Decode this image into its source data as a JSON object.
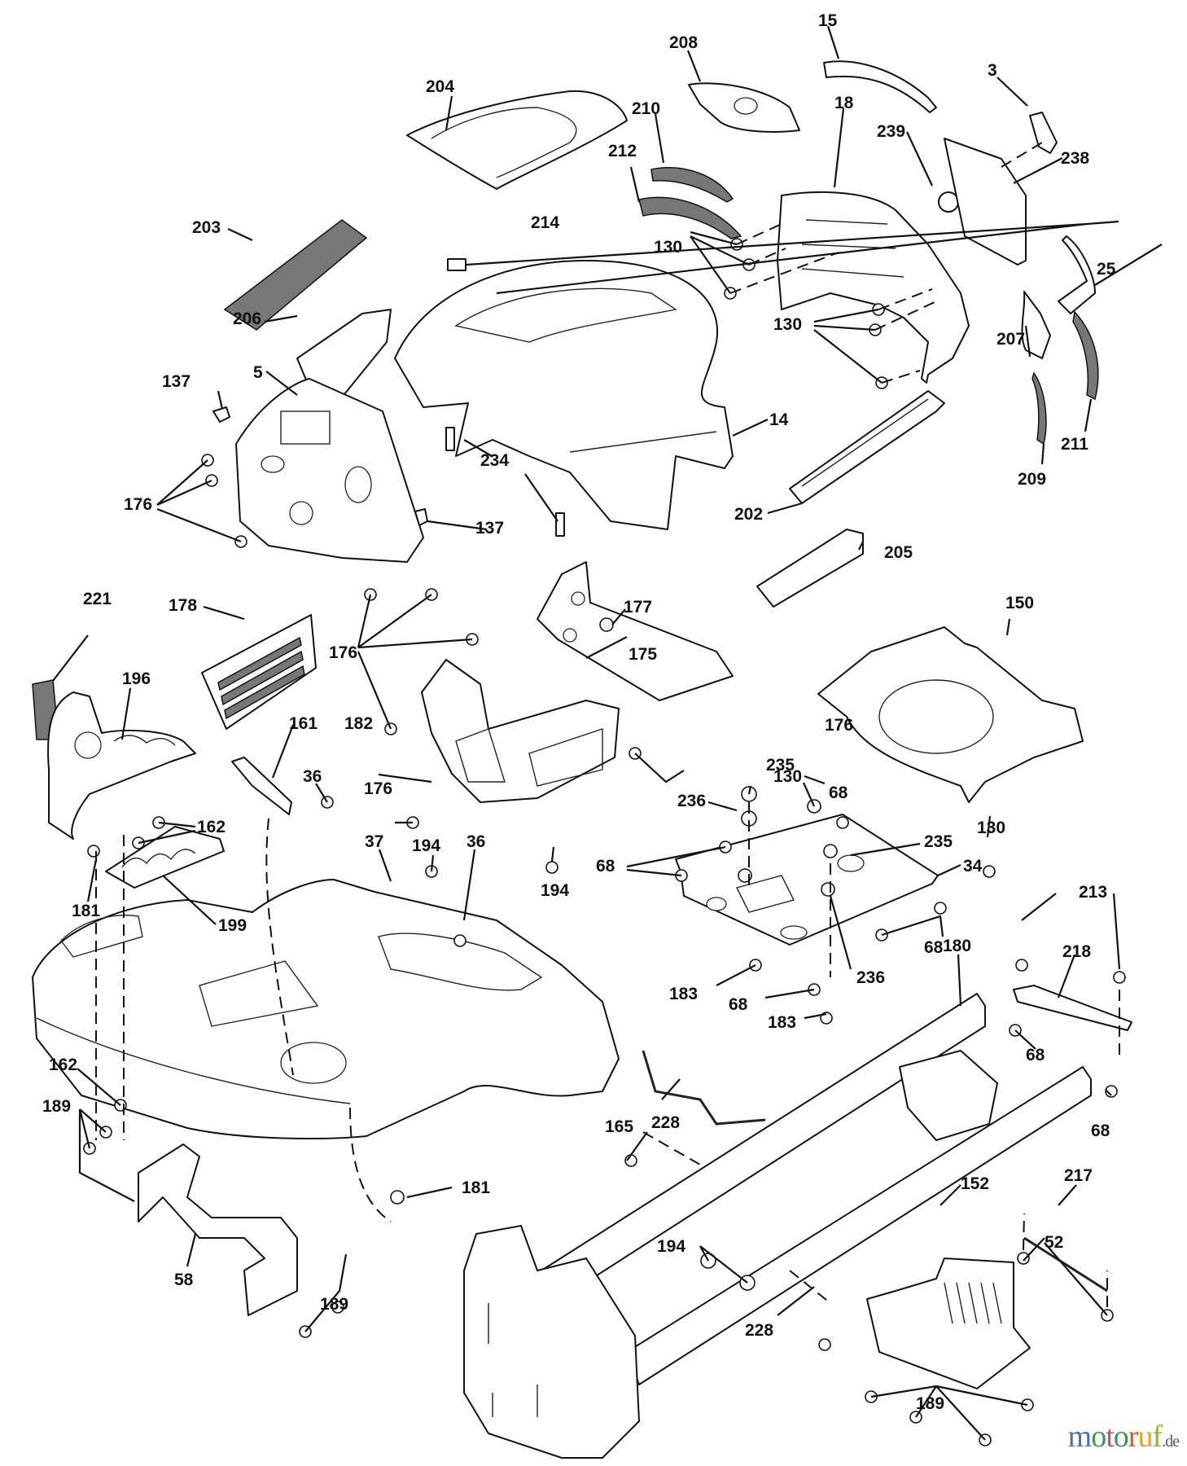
{
  "diagram": {
    "type": "exploded-parts-diagram",
    "subject": "Lawn tractor hood, dashboard, fender and frame assembly",
    "callouts": [
      {
        "id": "c204",
        "label": "204"
      },
      {
        "id": "c208",
        "label": "208"
      },
      {
        "id": "c15",
        "label": "15"
      },
      {
        "id": "c3",
        "label": "3"
      },
      {
        "id": "c210",
        "label": "210"
      },
      {
        "id": "c212",
        "label": "212"
      },
      {
        "id": "c18",
        "label": "18"
      },
      {
        "id": "c239",
        "label": "239"
      },
      {
        "id": "c238",
        "label": "238"
      },
      {
        "id": "c203",
        "label": "203"
      },
      {
        "id": "c214",
        "label": "214"
      },
      {
        "id": "c130a",
        "label": "130"
      },
      {
        "id": "c25",
        "label": "25"
      },
      {
        "id": "c206",
        "label": "206"
      },
      {
        "id": "c130b",
        "label": "130"
      },
      {
        "id": "c207",
        "label": "207"
      },
      {
        "id": "c137a",
        "label": "137"
      },
      {
        "id": "c5",
        "label": "5"
      },
      {
        "id": "c14",
        "label": "14"
      },
      {
        "id": "c211",
        "label": "211"
      },
      {
        "id": "c234",
        "label": "234"
      },
      {
        "id": "c209",
        "label": "209"
      },
      {
        "id": "c176a",
        "label": "176"
      },
      {
        "id": "c202",
        "label": "202"
      },
      {
        "id": "c137b",
        "label": "137"
      },
      {
        "id": "c205",
        "label": "205"
      },
      {
        "id": "c221",
        "label": "221"
      },
      {
        "id": "c178",
        "label": "178"
      },
      {
        "id": "c177",
        "label": "177"
      },
      {
        "id": "c150",
        "label": "150"
      },
      {
        "id": "c176b",
        "label": "176"
      },
      {
        "id": "c175",
        "label": "175"
      },
      {
        "id": "c196",
        "label": "196"
      },
      {
        "id": "c161",
        "label": "161"
      },
      {
        "id": "c182",
        "label": "182"
      },
      {
        "id": "c176c",
        "label": "176"
      },
      {
        "id": "c130c",
        "label": "130"
      },
      {
        "id": "c176d",
        "label": "176"
      },
      {
        "id": "c36a",
        "label": "36"
      },
      {
        "id": "c235a",
        "label": "235"
      },
      {
        "id": "c236a",
        "label": "236"
      },
      {
        "id": "c68a",
        "label": "68"
      },
      {
        "id": "c162a",
        "label": "162"
      },
      {
        "id": "c130d",
        "label": "130"
      },
      {
        "id": "c37",
        "label": "37"
      },
      {
        "id": "c194a",
        "label": "194"
      },
      {
        "id": "c235b",
        "label": "235"
      },
      {
        "id": "c68b",
        "label": "68"
      },
      {
        "id": "c34",
        "label": "34"
      },
      {
        "id": "c36b",
        "label": "36"
      },
      {
        "id": "c181a",
        "label": "181"
      },
      {
        "id": "c199",
        "label": "199"
      },
      {
        "id": "c194b",
        "label": "194"
      },
      {
        "id": "c213",
        "label": "213"
      },
      {
        "id": "c68c",
        "label": "68"
      },
      {
        "id": "c218",
        "label": "218"
      },
      {
        "id": "c236b",
        "label": "236"
      },
      {
        "id": "c183a",
        "label": "183"
      },
      {
        "id": "c68d",
        "label": "68"
      },
      {
        "id": "c180",
        "label": "180"
      },
      {
        "id": "c183b",
        "label": "183"
      },
      {
        "id": "c68e",
        "label": "68"
      },
      {
        "id": "c162b",
        "label": "162"
      },
      {
        "id": "c165",
        "label": "165"
      },
      {
        "id": "c68f",
        "label": "68"
      },
      {
        "id": "c189a",
        "label": "189"
      },
      {
        "id": "c228a",
        "label": "228"
      },
      {
        "id": "c217",
        "label": "217"
      },
      {
        "id": "c58",
        "label": "58"
      },
      {
        "id": "c181b",
        "label": "181"
      },
      {
        "id": "c152",
        "label": "152"
      },
      {
        "id": "c52",
        "label": "52"
      },
      {
        "id": "c194c",
        "label": "194"
      },
      {
        "id": "c189b",
        "label": "189"
      },
      {
        "id": "c228b",
        "label": "228"
      },
      {
        "id": "c189c",
        "label": "189"
      }
    ]
  },
  "watermark": {
    "letters": [
      "m",
      "o",
      "t",
      "o",
      "r",
      "u",
      "f"
    ],
    "colors": [
      "#4a6fb5",
      "#3c9a4a",
      "#d9467f",
      "#3c9a4a",
      "#e0562a",
      "#e8a21c",
      "#8cb83a"
    ],
    "tld": ".de"
  }
}
